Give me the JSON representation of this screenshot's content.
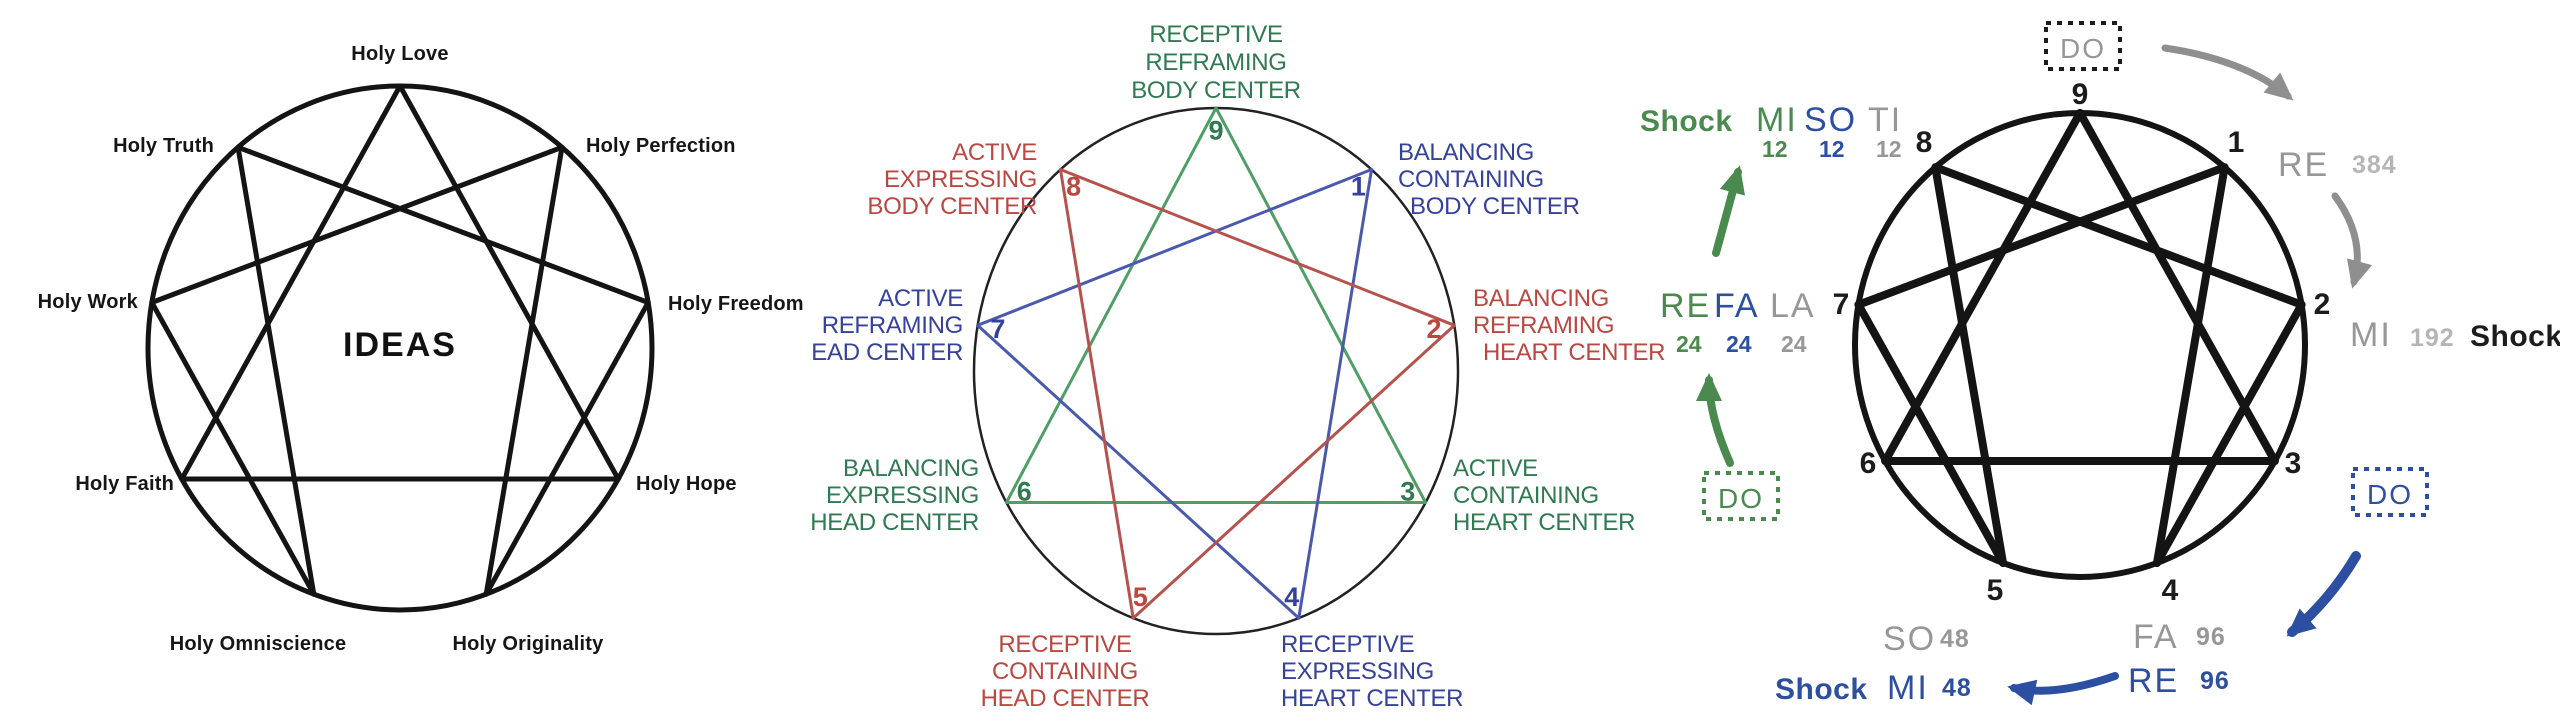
{
  "background": "#ffffff",
  "panel_ideas": {
    "title": "IDEAS",
    "line_color": "#141414",
    "point_labels": {
      "9": "Holy Love",
      "1": "Holy Perfection",
      "2": "Holy Freedom",
      "3": "Holy Hope",
      "4": "Holy Originality",
      "5": "Holy Omniscience",
      "6": "Holy Faith",
      "7": "Holy Work",
      "8": "Holy Truth"
    }
  },
  "panel_centers": {
    "circle_color": "#222222",
    "text_colors": {
      "green": "#2f7a50",
      "blue": "#35429b",
      "red": "#bb4741"
    },
    "line_colors": {
      "green": "#4f9e66",
      "blue": "#4b59ac",
      "red": "#b5524d"
    },
    "triangles": {
      "green": [
        "9",
        "3",
        "6"
      ],
      "blue": [
        "1",
        "4",
        "7"
      ],
      "red": [
        "2",
        "5",
        "8"
      ]
    },
    "points": [
      {
        "num": "9",
        "color": "green",
        "lines": [
          "RECEPTIVE",
          "REFRAMING",
          "BODY CENTER"
        ]
      },
      {
        "num": "1",
        "color": "blue",
        "lines": [
          "BALANCING",
          "CONTAINING",
          "BODY CENTER"
        ]
      },
      {
        "num": "2",
        "color": "red",
        "lines": [
          "BALANCING",
          "REFRAMING",
          "HEART CENTER"
        ]
      },
      {
        "num": "3",
        "color": "green",
        "lines": [
          "ACTIVE",
          "CONTAINING",
          "HEART CENTER"
        ]
      },
      {
        "num": "4",
        "color": "blue",
        "lines": [
          "RECEPTIVE",
          "EXPRESSING",
          "HEART CENTER"
        ]
      },
      {
        "num": "5",
        "color": "red",
        "lines": [
          "RECEPTIVE",
          "CONTAINING",
          "HEAD CENTER"
        ]
      },
      {
        "num": "6",
        "color": "green",
        "lines": [
          "BALANCING",
          "EXPRESSING",
          "HEAD CENTER"
        ]
      },
      {
        "num": "7",
        "color": "blue",
        "lines": [
          "ACTIVE",
          "REFRAMING",
          "EAD CENTER"
        ]
      },
      {
        "num": "8",
        "color": "red",
        "lines": [
          "ACTIVE",
          "EXPRESSING",
          "BODY CENTER"
        ]
      }
    ]
  },
  "panel_octave": {
    "line_color": "#141414",
    "colors": {
      "gray": "#979797",
      "gray_light": "#b5b5b5",
      "blue": "#2d4fa1",
      "green": "#4a8a4e",
      "black": "#1c1c1c"
    },
    "numbers": [
      "1",
      "2",
      "3",
      "4",
      "5",
      "6",
      "7",
      "8",
      "9"
    ],
    "do_boxes": {
      "top": {
        "label": "DO",
        "text_color": "gray",
        "border_color": "black"
      },
      "right": {
        "label": "DO",
        "text_color": "blue",
        "border_color": "blue"
      },
      "left": {
        "label": "DO",
        "text_color": "green",
        "border_color": "green"
      }
    },
    "notes": {
      "re384": {
        "note": "RE",
        "value": "384"
      },
      "mi192": {
        "note": "MI",
        "value": "192",
        "shock": "Shock"
      },
      "fa96": {
        "note": "FA",
        "value": "96"
      },
      "re96": {
        "note": "RE",
        "value": "96"
      },
      "so48": {
        "note": "SO",
        "value": "48"
      },
      "mi48": {
        "note": "MI",
        "value": "48",
        "shock": "Shock"
      },
      "row12": {
        "shock": "Shock",
        "notes": [
          "MI",
          "SO",
          "TI"
        ],
        "note_colors": [
          "green",
          "blue",
          "gray"
        ],
        "values": [
          "12",
          "12",
          "12"
        ]
      },
      "row24": {
        "notes": [
          "RE",
          "FA",
          "LA"
        ],
        "note_colors": [
          "green",
          "blue",
          "gray"
        ],
        "values": [
          "24",
          "24",
          "24"
        ]
      }
    }
  }
}
